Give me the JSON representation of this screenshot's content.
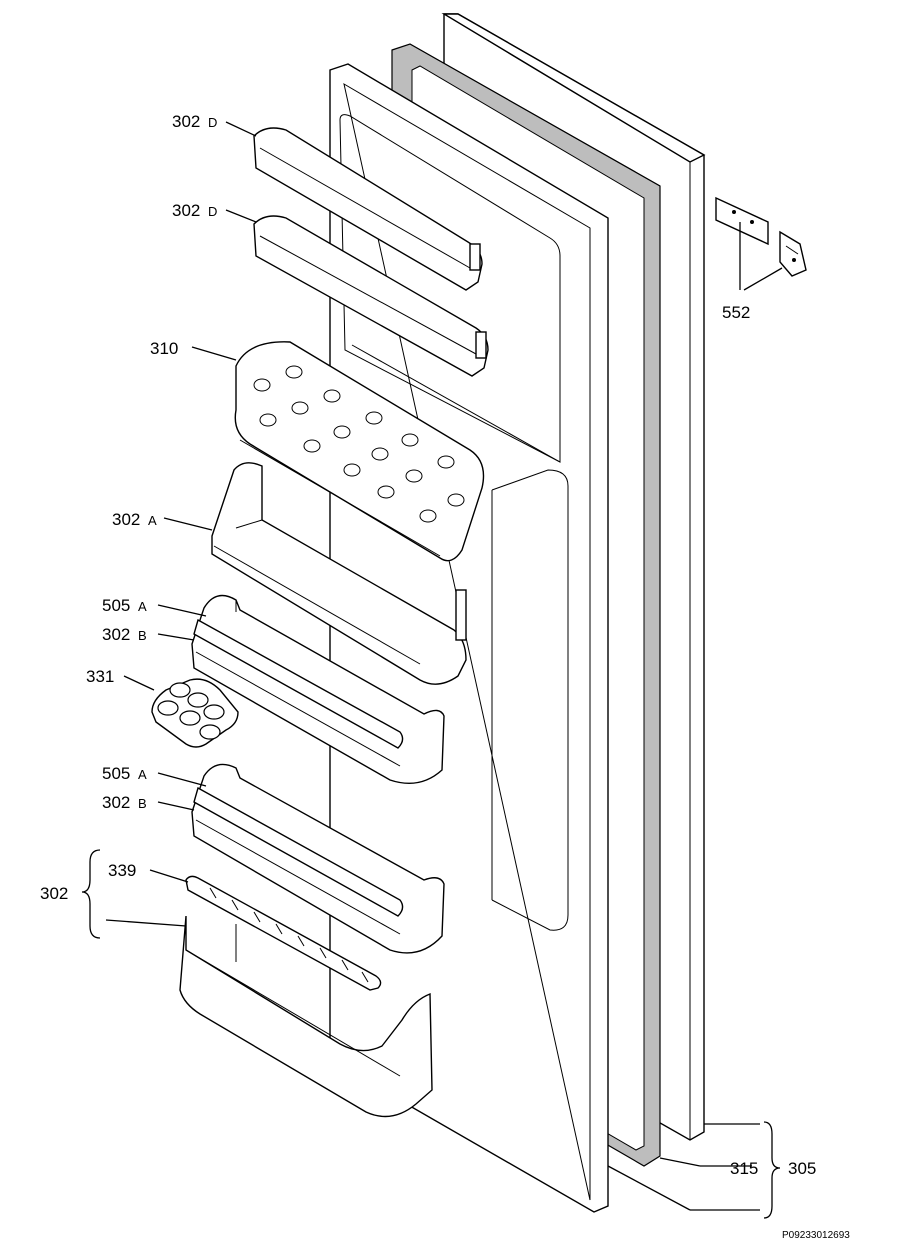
{
  "labels": {
    "l302d_1": {
      "num": "302",
      "suffix": "D"
    },
    "l302d_2": {
      "num": "302",
      "suffix": "D"
    },
    "l310": {
      "num": "310"
    },
    "l302a": {
      "num": "302",
      "suffix": "A"
    },
    "l505a_1": {
      "num": "505",
      "suffix": "A"
    },
    "l302b_1": {
      "num": "302",
      "suffix": "B"
    },
    "l331": {
      "num": "331"
    },
    "l505a_2": {
      "num": "505",
      "suffix": "A"
    },
    "l302b_2": {
      "num": "302",
      "suffix": "B"
    },
    "l339": {
      "num": "339"
    },
    "l302": {
      "num": "302"
    },
    "l552": {
      "num": "552"
    },
    "l315": {
      "num": "315"
    },
    "l305": {
      "num": "305"
    }
  },
  "drawing_code": "P09233012693"
}
